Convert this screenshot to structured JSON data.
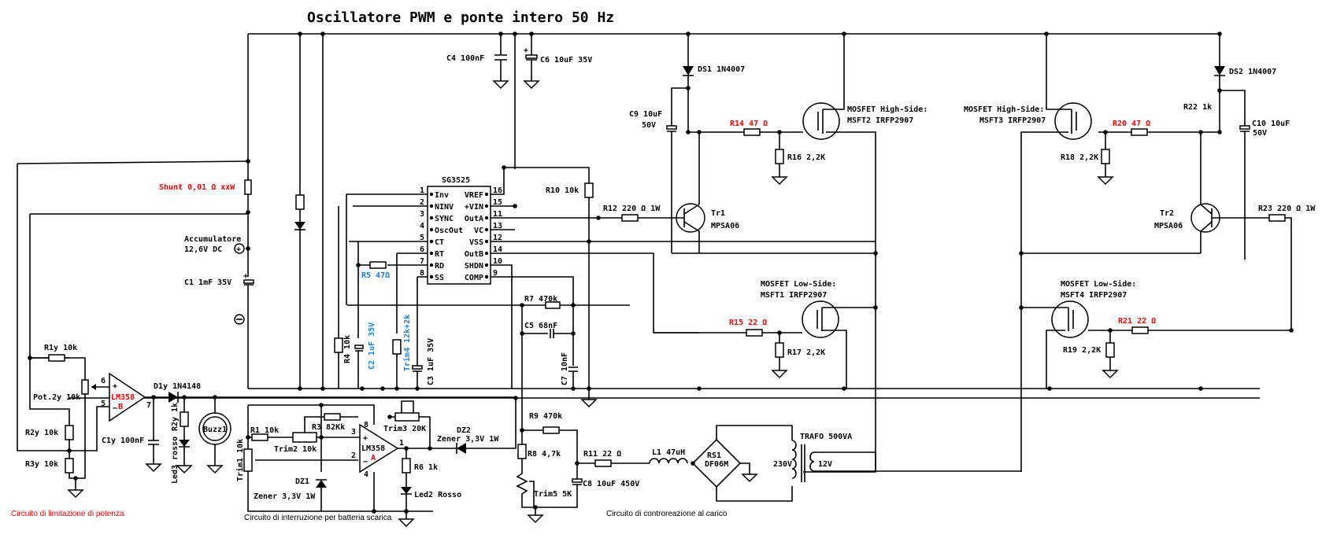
{
  "title": "Oscillatore PWM  e ponte intero 50 Hz",
  "colors": {
    "wire": "#000000",
    "highlight": "#ff0000",
    "blue": "#1e7fe0"
  },
  "sections": {
    "power_limit": "Circuito di limitazione di potenza",
    "battery_cutoff": "Circuito di interruzione per batteria scarica",
    "load_feedback": "Circuito di controreazione al carico"
  },
  "ic": {
    "name": "SG3525",
    "left_pins": [
      {
        "num": "1",
        "label": "Inv"
      },
      {
        "num": "2",
        "label": "NINV"
      },
      {
        "num": "3",
        "label": "SYNC"
      },
      {
        "num": "4",
        "label": "OscOut"
      },
      {
        "num": "5",
        "label": "CT"
      },
      {
        "num": "6",
        "label": "RT"
      },
      {
        "num": "7",
        "label": "RD"
      },
      {
        "num": "8",
        "label": "SS"
      }
    ],
    "right_pins": [
      {
        "num": "16",
        "label": "VREF"
      },
      {
        "num": "15",
        "label": "+VIN"
      },
      {
        "num": "11",
        "label": "OutA"
      },
      {
        "num": "13",
        "label": "VC"
      },
      {
        "num": "12",
        "label": "VSS"
      },
      {
        "num": "14",
        "label": "OutB"
      },
      {
        "num": "10",
        "label": "SHDN"
      },
      {
        "num": "9",
        "label": "COMP"
      }
    ]
  },
  "labels": {
    "c4": "C4 100nF",
    "c6": "C6 10uF 35V",
    "ds1": "DS1 1N4007",
    "ds2": "DS2 1N4007",
    "c9a": "C9 10uF",
    "c9b": "50V",
    "c10a": "C10 10uF",
    "c10b": "50V",
    "r14": "R14 47 Ω",
    "r20": "R20 47 Ω",
    "r22": "R22 1k",
    "r16": "R16 2,2K",
    "r18": "R18 2,2K",
    "mosfet2a": "MOSFET High-Side:",
    "mosfet2b": "MSFT2 IRFP2907",
    "mosfet3a": "MOSFET High-Side:",
    "mosfet3b": "MSFT3 IRFP2907",
    "mosfet1a": "MOSFET Low-Side:",
    "mosfet1b": "MSFT1 IRFP2907",
    "mosfet4a": "MOSFET Low-Side:",
    "mosfet4b": "MSFT4 IRFP2907",
    "r15": "R15 22 Ω",
    "r21": "R21 22 Ω",
    "r17": "R17 2,2K",
    "r19": "R19 2,2K",
    "tr1a": "Tr1",
    "tr1b": "MPSA06",
    "tr2a": "Tr2",
    "tr2b": "MPSA06",
    "r12": "R12 220 Ω 1W",
    "r23": "R23 220 Ω 1W",
    "r10": "R10 10k",
    "shunt": "Shunt 0,01 Ω xxW",
    "accu_a": "Accumulatore",
    "accu_b": "12,6V DC",
    "c1": "C1 1mF 35V",
    "r5": "R5 47Ω",
    "r4": "R4 10k",
    "c2": "C2 1uF 35V",
    "trim4": "Trim4 12k+2k",
    "c3": "C3 1uF 35V",
    "r7": "R7 470k",
    "c5": "C5 68nF",
    "c7": "C7 10nF",
    "r1y": "R1y 10k",
    "pot2y": "Pot.2y 10k",
    "r2y": "R2y 10k",
    "r3y": "R3y 10k",
    "lm358b": "LM358",
    "lm358b_unit": "B",
    "d1y": "D1y 1N4148",
    "c1y": "C1y 100nF",
    "r2y_1k": "R2y 1k",
    "led3": "Led3 rosso",
    "buzz": "Buzz1",
    "r1": "R1 10k",
    "trim1": "Trim1 10k",
    "r3": "R3 82Kk",
    "trim2": "Trim2 10k",
    "trim3": "Trim3 20K",
    "lm358a": "LM358",
    "lm358a_unit": "A",
    "dz1": "DZ1",
    "dz1v": "Zener 3,3V 1W",
    "dz2": "DZ2",
    "dz2v": "Zener 3,3V 1W",
    "r6": "R6 1k",
    "led2": "Led2 Rosso",
    "r9": "R9 470k",
    "r8": "R8 4,7k",
    "trim5": "Trim5 5K",
    "r11": "R11 22 Ω",
    "c8": "C8 10uF 450V",
    "l1": "L1 47uH",
    "rs1a": "RS1",
    "rs1b": "DF06M",
    "trafo": "TRAFO 500VA",
    "v230": "230V",
    "v12": "12V",
    "opamp_pins": {
      "p6": "6",
      "p5": "5",
      "p7": "7",
      "p3": "3",
      "p2": "2",
      "p1": "1",
      "p8": "8",
      "p4": "4"
    }
  }
}
